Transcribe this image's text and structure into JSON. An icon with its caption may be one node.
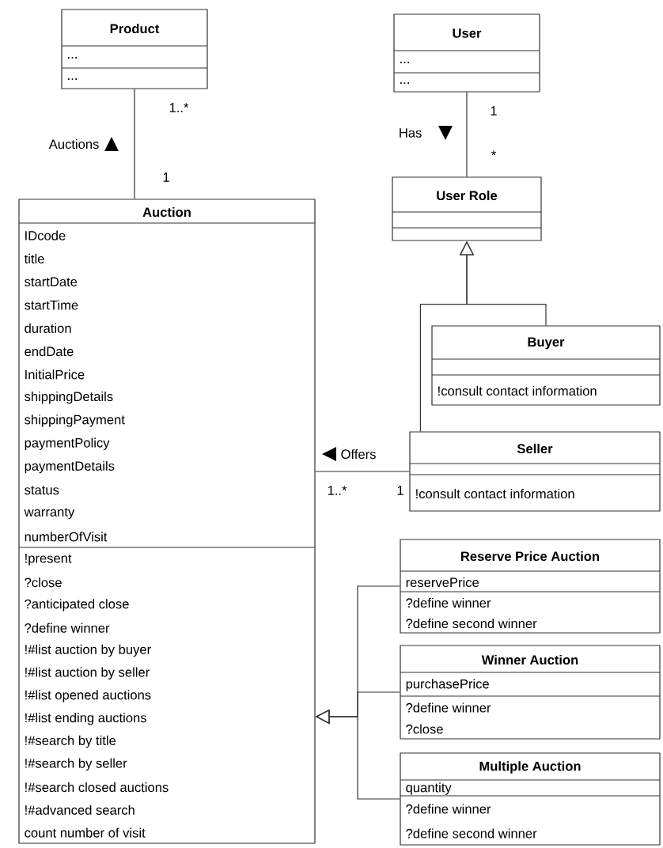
{
  "diagram": {
    "nodes": [
      {
        "text": [
          "Product",
          "...",
          "..."
        ]
      },
      {
        "text": [
          "User",
          "...",
          "..."
        ]
      },
      {
        "text": [
          "User Role"
        ]
      },
      {
        "text": [
          "Auction",
          "IDcode",
          "title",
          "startDate",
          "startTime",
          "duration",
          "endDate",
          "InitialPrice",
          "shippingDetails",
          "shippingPayment",
          "paymentPolicy",
          "paymentDetails",
          "status",
          "warranty",
          "numberOfVisit",
          "!present",
          "?close",
          "?anticipated close",
          "?define winner",
          "!#list auction by buyer",
          "!#list auction by seller",
          "!#list opened auctions",
          "!#list ending auctions",
          "!#search by title",
          "!#search by seller",
          "!#search closed auctions",
          "!#advanced search",
          "count number of visit"
        ]
      },
      {
        "text": [
          "Buyer",
          "!consult contact information"
        ]
      },
      {
        "text": [
          "Seller",
          "!consult contact information"
        ]
      },
      {
        "text": [
          "Reserve Price Auction",
          "reservePrice",
          "?define winner",
          "?define second winner"
        ]
      },
      {
        "text": [
          "Winner Auction",
          "purchasePrice",
          "?define winner",
          "?close"
        ]
      },
      {
        "text": [
          "Multiple Auction",
          "quantity",
          "?define winner",
          "?define second winner"
        ]
      }
    ],
    "edges": [
      {
        "from": 0,
        "to": 3,
        "arrow": "none",
        "label": "Auctions"
      },
      {
        "from": 1,
        "to": 2,
        "arrow": "none",
        "label": "Has"
      },
      {
        "from": 4,
        "to": 2,
        "arrow": "to"
      },
      {
        "from": 5,
        "to": 2,
        "arrow": "to"
      },
      {
        "from": 3,
        "to": 5,
        "arrow": "none",
        "label": "Offers"
      },
      {
        "from": 6,
        "to": 3,
        "arrow": "to"
      },
      {
        "from": 7,
        "to": 3,
        "arrow": "to"
      },
      {
        "from": 8,
        "to": 3,
        "arrow": "to"
      }
    ],
    "labels": [
      "1..*",
      "1",
      "1",
      "*",
      "1..*",
      "1"
    ]
  }
}
